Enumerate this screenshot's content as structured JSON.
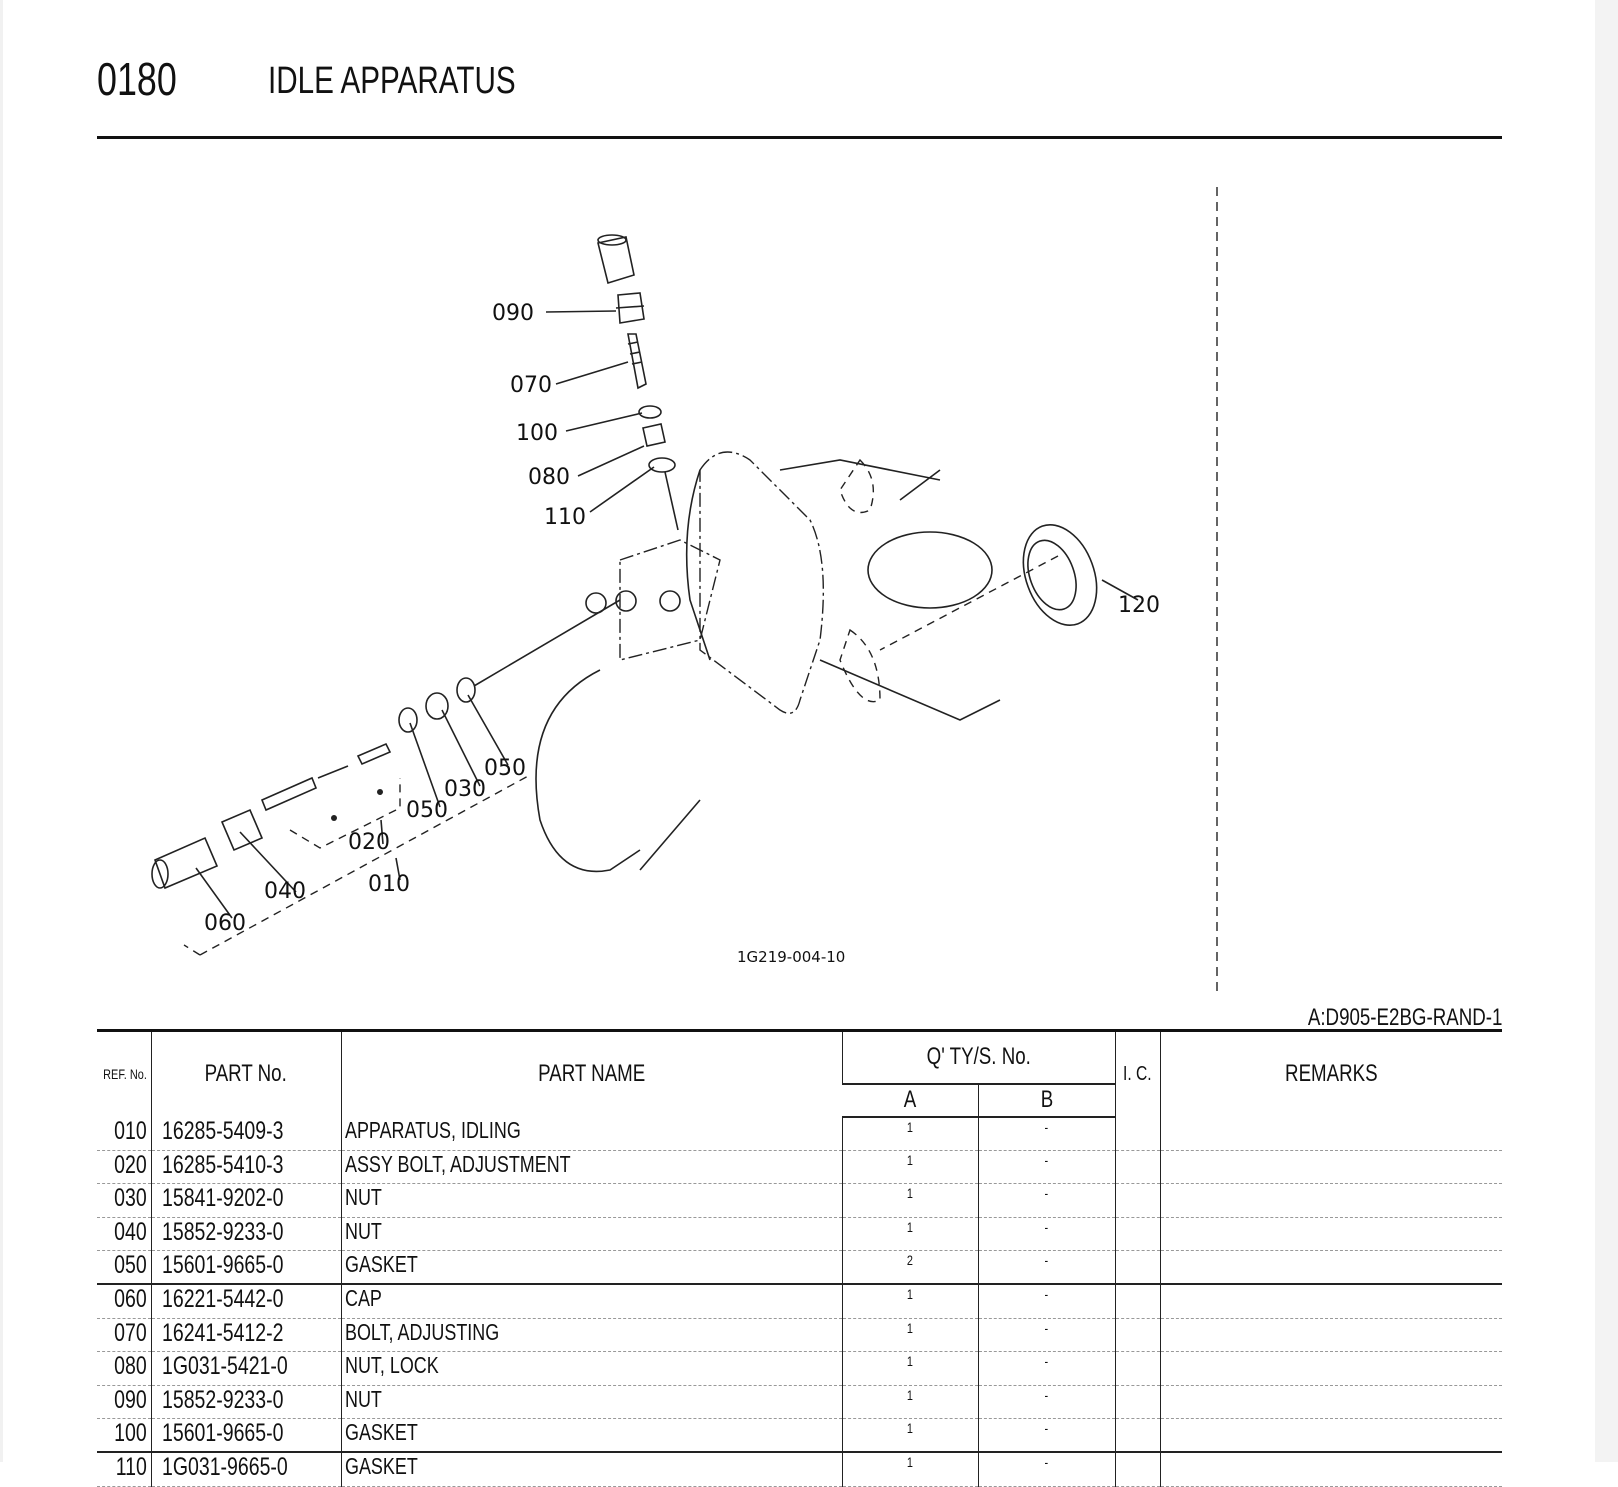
{
  "header": {
    "section_no": "0180",
    "title": "IDLE APPARATUS"
  },
  "diagram": {
    "drawing_code": "1G219-004-10",
    "callouts": [
      "090",
      "070",
      "100",
      "080",
      "110",
      "120",
      "050",
      "030",
      "050",
      "020",
      "010",
      "040",
      "060"
    ]
  },
  "model_note": "A:D905-E2BG-RAND-1",
  "table": {
    "headers": {
      "ref": "REF. No.",
      "part_no": "PART No.",
      "part_name": "PART NAME",
      "qty": "Q' TY/S. No.",
      "qty_a": "A",
      "qty_b": "B",
      "ic": "I. C.",
      "remarks": "REMARKS"
    },
    "rows": [
      {
        "ref": "010",
        "part_no": "16285-5409-3",
        "name": "APPARATUS, IDLING",
        "a": "1",
        "b": "-",
        "ic": "",
        "remarks": ""
      },
      {
        "ref": "020",
        "part_no": "16285-5410-3",
        "name": "ASSY BOLT, ADJUSTMENT",
        "a": "1",
        "b": "-",
        "ic": "",
        "remarks": ""
      },
      {
        "ref": "030",
        "part_no": "15841-9202-0",
        "name": "NUT",
        "a": "1",
        "b": "-",
        "ic": "",
        "remarks": ""
      },
      {
        "ref": "040",
        "part_no": "15852-9233-0",
        "name": "NUT",
        "a": "1",
        "b": "-",
        "ic": "",
        "remarks": ""
      },
      {
        "ref": "050",
        "part_no": "15601-9665-0",
        "name": "GASKET",
        "a": "2",
        "b": "-",
        "ic": "",
        "remarks": ""
      },
      {
        "ref": "060",
        "part_no": "16221-5442-0",
        "name": "CAP",
        "a": "1",
        "b": "-",
        "ic": "",
        "remarks": ""
      },
      {
        "ref": "070",
        "part_no": "16241-5412-2",
        "name": "BOLT, ADJUSTING",
        "a": "1",
        "b": "-",
        "ic": "",
        "remarks": ""
      },
      {
        "ref": "080",
        "part_no": "1G031-5421-0",
        "name": "NUT, LOCK",
        "a": "1",
        "b": "-",
        "ic": "",
        "remarks": ""
      },
      {
        "ref": "090",
        "part_no": "15852-9233-0",
        "name": "NUT",
        "a": "1",
        "b": "-",
        "ic": "",
        "remarks": ""
      },
      {
        "ref": "100",
        "part_no": "15601-9665-0",
        "name": "GASKET",
        "a": "1",
        "b": "-",
        "ic": "",
        "remarks": ""
      },
      {
        "ref": "110",
        "part_no": "1G031-9665-0",
        "name": "GASKET",
        "a": "1",
        "b": "-",
        "ic": "",
        "remarks": ""
      }
    ]
  }
}
